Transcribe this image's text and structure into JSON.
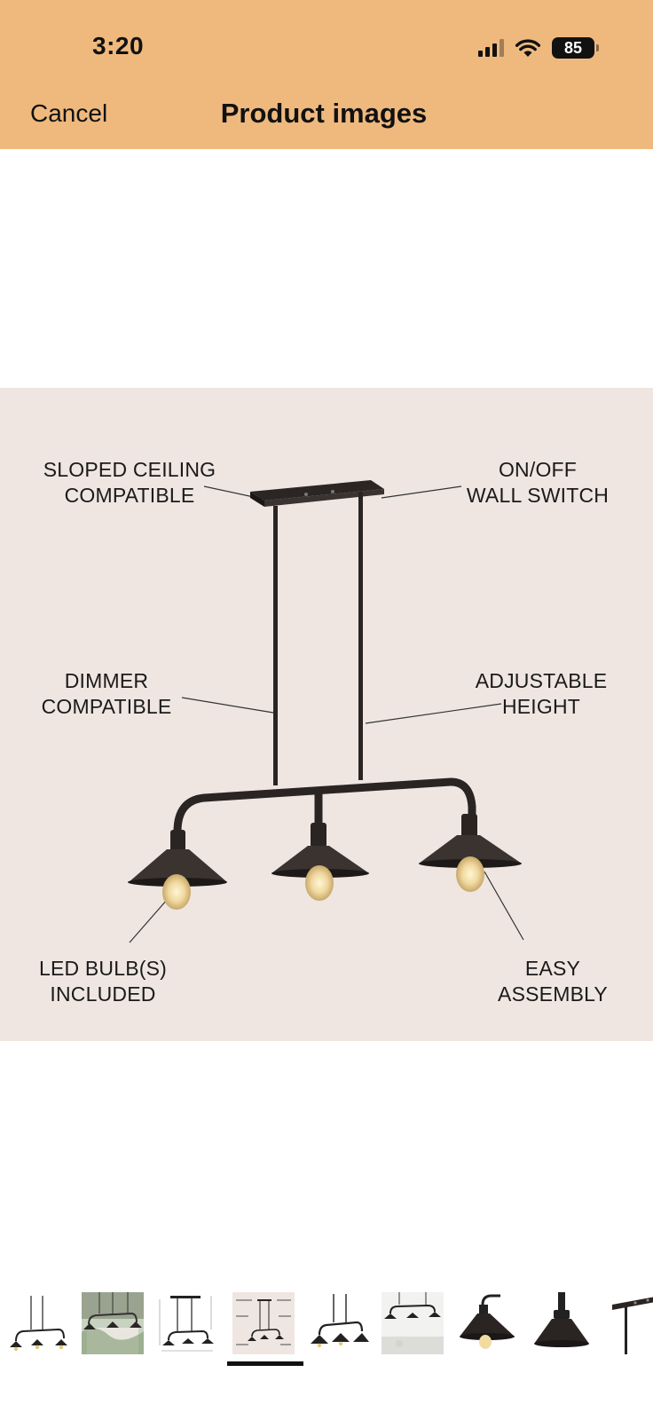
{
  "status_bar": {
    "time": "3:20",
    "battery": "85"
  },
  "header": {
    "cancel_label": "Cancel",
    "title": "Product images"
  },
  "main_image": {
    "callouts": {
      "sloped_ceiling": [
        "SLOPED CEILING",
        "COMPATIBLE"
      ],
      "wall_switch": [
        "ON/OFF",
        "WALL SWITCH"
      ],
      "dimmer": [
        "DIMMER",
        "COMPATIBLE"
      ],
      "adjustable": [
        "ADJUSTABLE",
        "HEIGHT"
      ],
      "led_bulbs": [
        "LED BULB(S)",
        "INCLUDED"
      ],
      "easy_assembly": [
        "EASY",
        "ASSEMBLY"
      ]
    }
  },
  "thumbnails": {
    "count": 9,
    "selected_index": 3
  }
}
